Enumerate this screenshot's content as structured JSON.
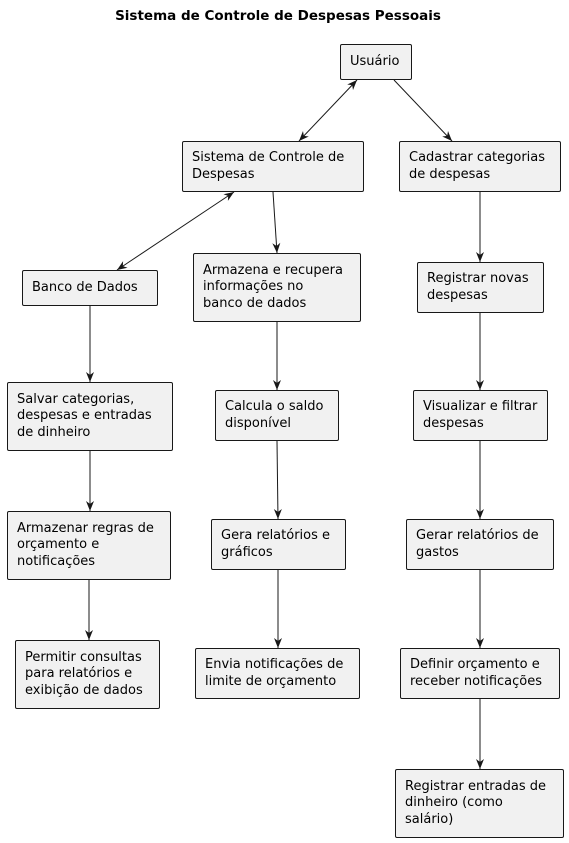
{
  "title": "Sistema de Controle de Despesas Pessoais",
  "nodes": {
    "usuario": "Usuário",
    "sistema": "Sistema de Controle de\nDespesas",
    "cadastrar": "Cadastrar categorias\nde despesas",
    "banco": "Banco de Dados",
    "armazena_recupera": "Armazena e recupera\ninformações no\nbanco de dados",
    "registrar_despesas": "Registrar novas\ndespesas",
    "salvar": "Salvar categorias,\ndespesas e entradas\nde dinheiro",
    "calcula": "Calcula o saldo\ndisponível",
    "visualizar": "Visualizar e filtrar\ndespesas",
    "armazenar_regras": "Armazenar regras de\norçamento e\nnotificações",
    "gera_relatorios": "Gera relatórios e\ngráficos",
    "gerar_relatorios": "Gerar relatórios de\ngastos",
    "permitir": "Permitir consultas\npara relatórios e\nexibição de dados",
    "envia": "Envia notificações de\nlimite de orçamento",
    "definir": "Definir orçamento e\nreceber notificações",
    "registrar_entradas": "Registrar entradas de\ndinheiro (como\nsalário)"
  },
  "edges": [
    {
      "from": "usuario",
      "to": "sistema",
      "bidirectional": true
    },
    {
      "from": "usuario",
      "to": "cadastrar",
      "bidirectional": false
    },
    {
      "from": "sistema",
      "to": "banco",
      "bidirectional": true
    },
    {
      "from": "sistema",
      "to": "armazena_recupera",
      "bidirectional": false
    },
    {
      "from": "banco",
      "to": "salvar",
      "bidirectional": false
    },
    {
      "from": "salvar",
      "to": "armazenar_regras",
      "bidirectional": false
    },
    {
      "from": "armazenar_regras",
      "to": "permitir",
      "bidirectional": false
    },
    {
      "from": "armazena_recupera",
      "to": "calcula",
      "bidirectional": false
    },
    {
      "from": "calcula",
      "to": "gera_relatorios",
      "bidirectional": false
    },
    {
      "from": "gera_relatorios",
      "to": "envia",
      "bidirectional": false
    },
    {
      "from": "cadastrar",
      "to": "registrar_despesas",
      "bidirectional": false
    },
    {
      "from": "registrar_despesas",
      "to": "visualizar",
      "bidirectional": false
    },
    {
      "from": "visualizar",
      "to": "gerar_relatorios",
      "bidirectional": false
    },
    {
      "from": "gerar_relatorios",
      "to": "definir",
      "bidirectional": false
    },
    {
      "from": "definir",
      "to": "registrar_entradas",
      "bidirectional": false
    }
  ]
}
